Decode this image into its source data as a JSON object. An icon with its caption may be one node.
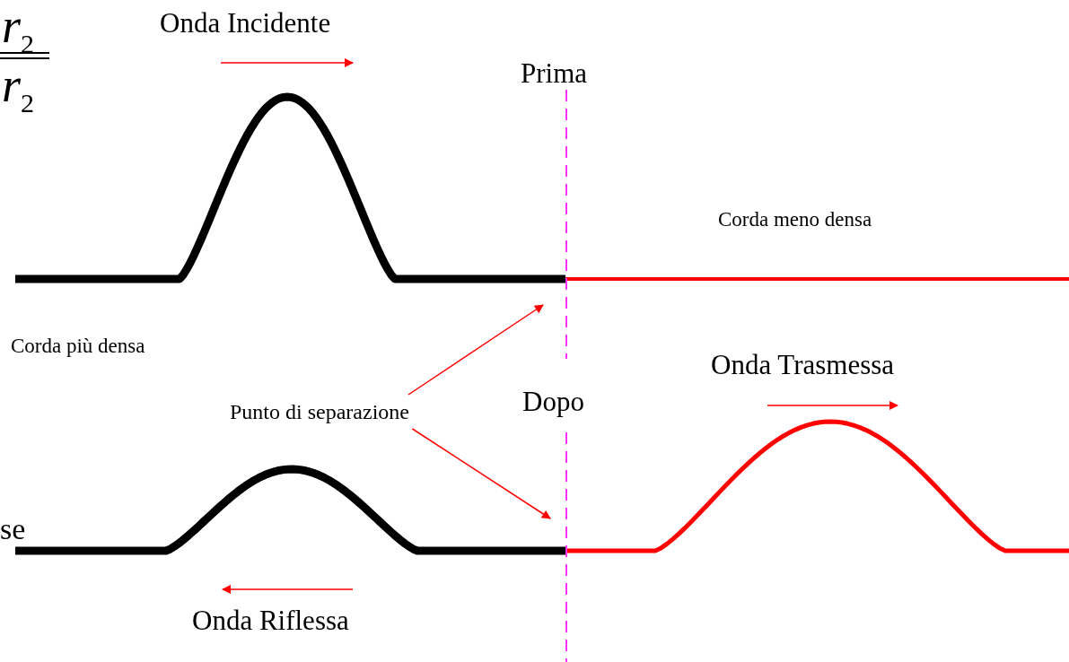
{
  "diagram": {
    "nodes": [
      {
        "text": [
          "Punto di separazione"
        ]
      },
      {
        "text": [],
        "shape": "line"
      },
      {
        "text": [],
        "shape": "picture"
      }
    ],
    "edges": [
      {
        "from": 0,
        "to": 1,
        "arrow": "to"
      },
      {
        "from": 0,
        "to": 2,
        "arrow": "to"
      }
    ],
    "labels": [
      "r$_{2}$",
      "Onda Incidente",
      "r$_{2}$",
      "Prima",
      "Corda meno densa",
      "Corda più densa",
      "Onda Trasmessa",
      "Dopo",
      "se",
      "Onda Riflessa"
    ]
  }
}
